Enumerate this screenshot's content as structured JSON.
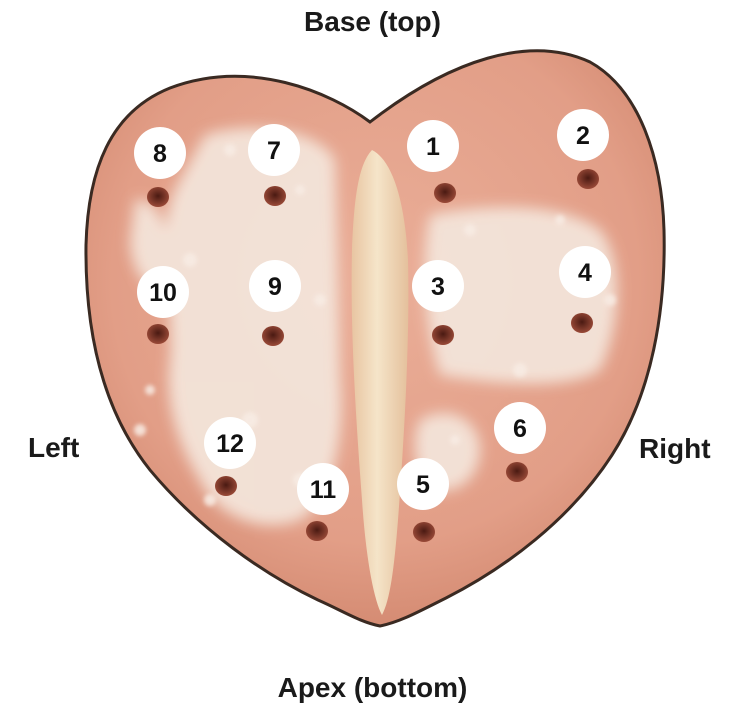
{
  "orientation": {
    "top": "Base (top)",
    "bottom": "Apex (bottom)",
    "left": "Left",
    "right": "Right"
  },
  "sites": [
    "1",
    "2",
    "3",
    "4",
    "5",
    "6",
    "7",
    "8",
    "9",
    "10",
    "11",
    "12"
  ],
  "colors": {
    "tongue_base": "#e6a48e",
    "tongue_edge": "#3a2a22",
    "coating": "#f3e2d6",
    "median_groove": "#f2e0c0",
    "hole": "#7a2f22"
  }
}
